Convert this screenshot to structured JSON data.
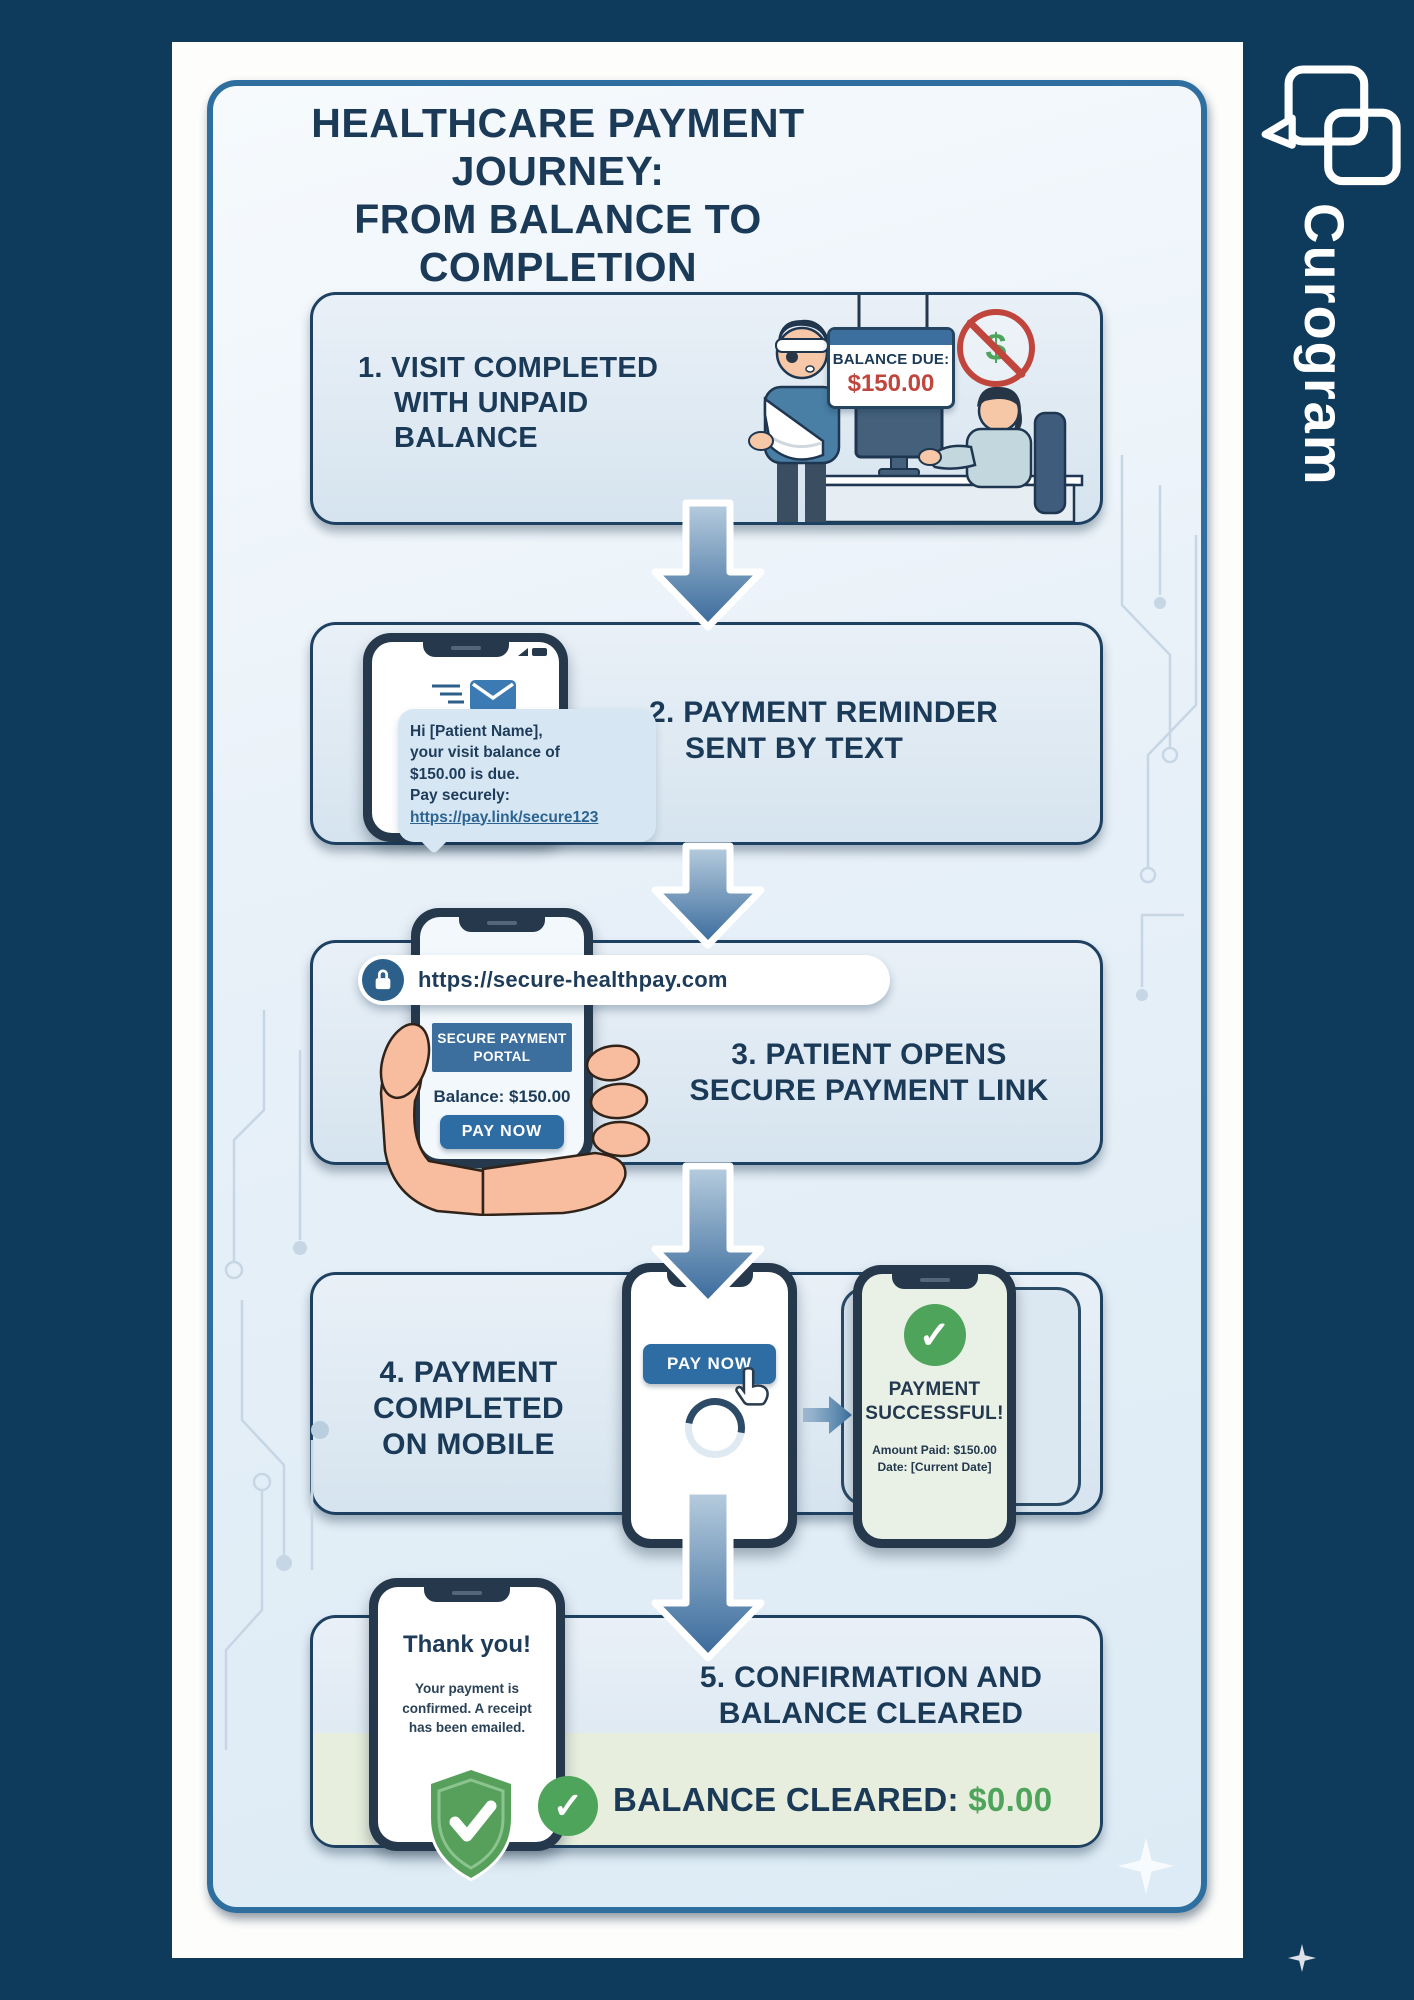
{
  "brand": {
    "name": "Curogram"
  },
  "icons": {
    "check": "✓",
    "dollar": "$"
  },
  "title": {
    "line1": "HEALTHCARE PAYMENT JOURNEY:",
    "line2": "FROM BALANCE TO COMPLETION"
  },
  "steps": {
    "s1": {
      "t1": "1. VISIT COMPLETED",
      "t2": "WITH UNPAID",
      "t3": "BALANCE",
      "sign_label": "BALANCE DUE:",
      "sign_amount": "$150.00"
    },
    "s2": {
      "t1": "2. PAYMENT REMINDER",
      "t2": "SENT BY TEXT",
      "sms1": "Hi [Patient Name],",
      "sms2": "your visit balance of",
      "sms3": "$150.00 is due.",
      "sms4": "Pay securely:",
      "sms_link": "https://pay.link/secure123"
    },
    "s3": {
      "t1": "3. PATIENT OPENS",
      "t2": "SECURE PAYMENT LINK",
      "url": "https://secure-healthpay.com",
      "portal1": "SECURE PAYMENT",
      "portal2": "PORTAL",
      "balance": "Balance: $150.00",
      "pay": "PAY NOW"
    },
    "s4": {
      "t1": "4. PAYMENT",
      "t2": "COMPLETED",
      "t3": "ON MOBILE",
      "pay": "PAY NOW",
      "success1": "PAYMENT",
      "success2": "SUCCESSFUL!",
      "amount": "Amount Paid: $150.00",
      "date": "Date: [Current Date]"
    },
    "s5": {
      "t1": "5. CONFIRMATION AND",
      "t2": "BALANCE CLEARED",
      "thanks": "Thank you!",
      "m1": "Your payment is",
      "m2": "confirmed. A receipt",
      "m3": "has been emailed.",
      "cleared_label": "BALANCE CLEARED:",
      "cleared_amount": "$0.00"
    }
  },
  "colors": {
    "navy": "#0e3a5b",
    "panel_border": "#2f6f9f",
    "box_border": "#1e4161",
    "heading": "#1b3a57",
    "steel_arrow": "#38699b",
    "button_blue": "#2e6da4",
    "alert_red": "#c0453c",
    "success_green": "#4fa45b",
    "band_green": "#e7eedd",
    "bubble_blue": "#d6e7f3",
    "portal_blue": "#3c6e9e"
  }
}
